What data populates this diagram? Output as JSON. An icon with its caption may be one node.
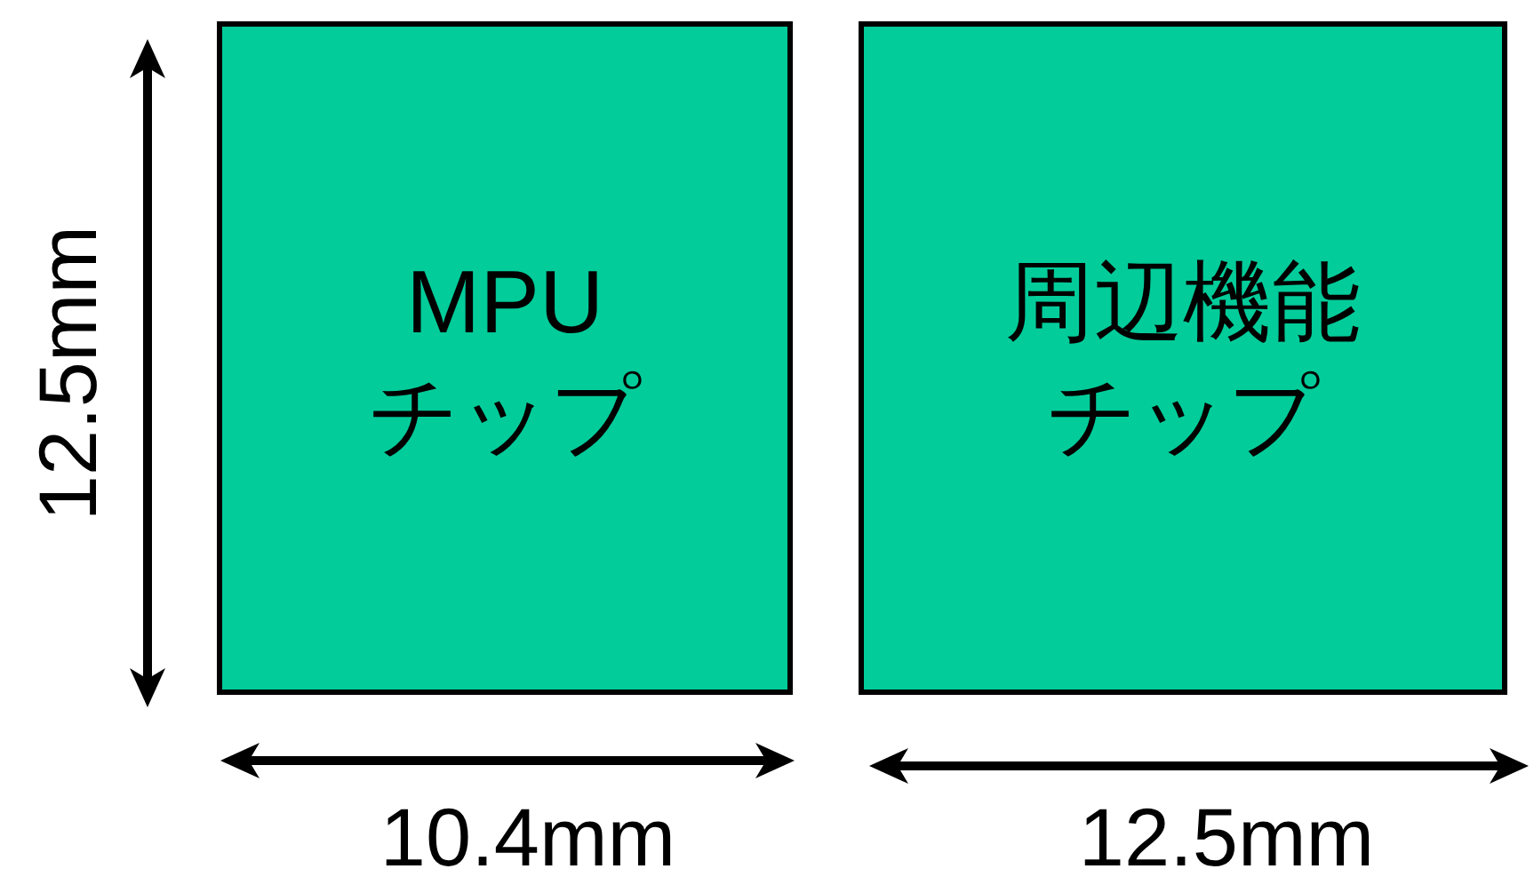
{
  "diagram": {
    "nodes": [
      {
        "text": [
          "MPU",
          "チップ"
        ]
      },
      {
        "text": [
          "周辺機能",
          "チップ"
        ]
      }
    ],
    "labels": [
      "12.5mm",
      "10.4mm",
      "12.5mm"
    ]
  }
}
